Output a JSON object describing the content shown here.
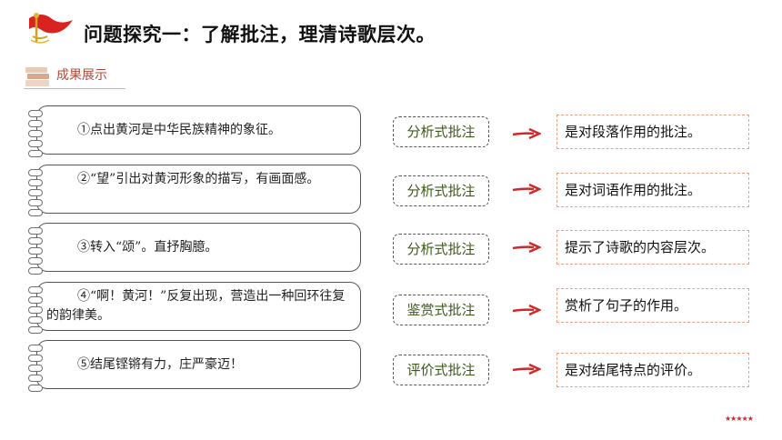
{
  "header": {
    "title": "问题探究一：了解批注，理清诗歌层次。"
  },
  "section": {
    "label": "成果展示"
  },
  "rows": [
    {
      "text": "①点出黄河是中华民族精神的象征。",
      "tag": "分析式批注",
      "desc": "是对段落作用的批注。"
    },
    {
      "text": "②“望”引出对黄河形象的描写，有画面感。",
      "tag": "分析式批注",
      "desc": "是对词语作用的批注。"
    },
    {
      "text": "③转入“颂”。直抒胸臆。",
      "tag": "分析式批注",
      "desc": "提示了诗歌的内容层次。"
    },
    {
      "text": "④“啊！黄河！”反复出现，营造出一种回环往复的韵律美。",
      "tag": "鉴赏式批注",
      "desc": "赏析了句子的作用。"
    },
    {
      "text": "⑤结尾铿锵有力，庄严豪迈！",
      "tag": "评价式批注",
      "desc": "是对结尾特点的评价。"
    }
  ],
  "footer": {
    "stars": "★★★★★"
  },
  "colors": {
    "accent_red": "#cf2a2a",
    "tag_green": "#3c5a17",
    "desc_border": "#e8a48a"
  }
}
